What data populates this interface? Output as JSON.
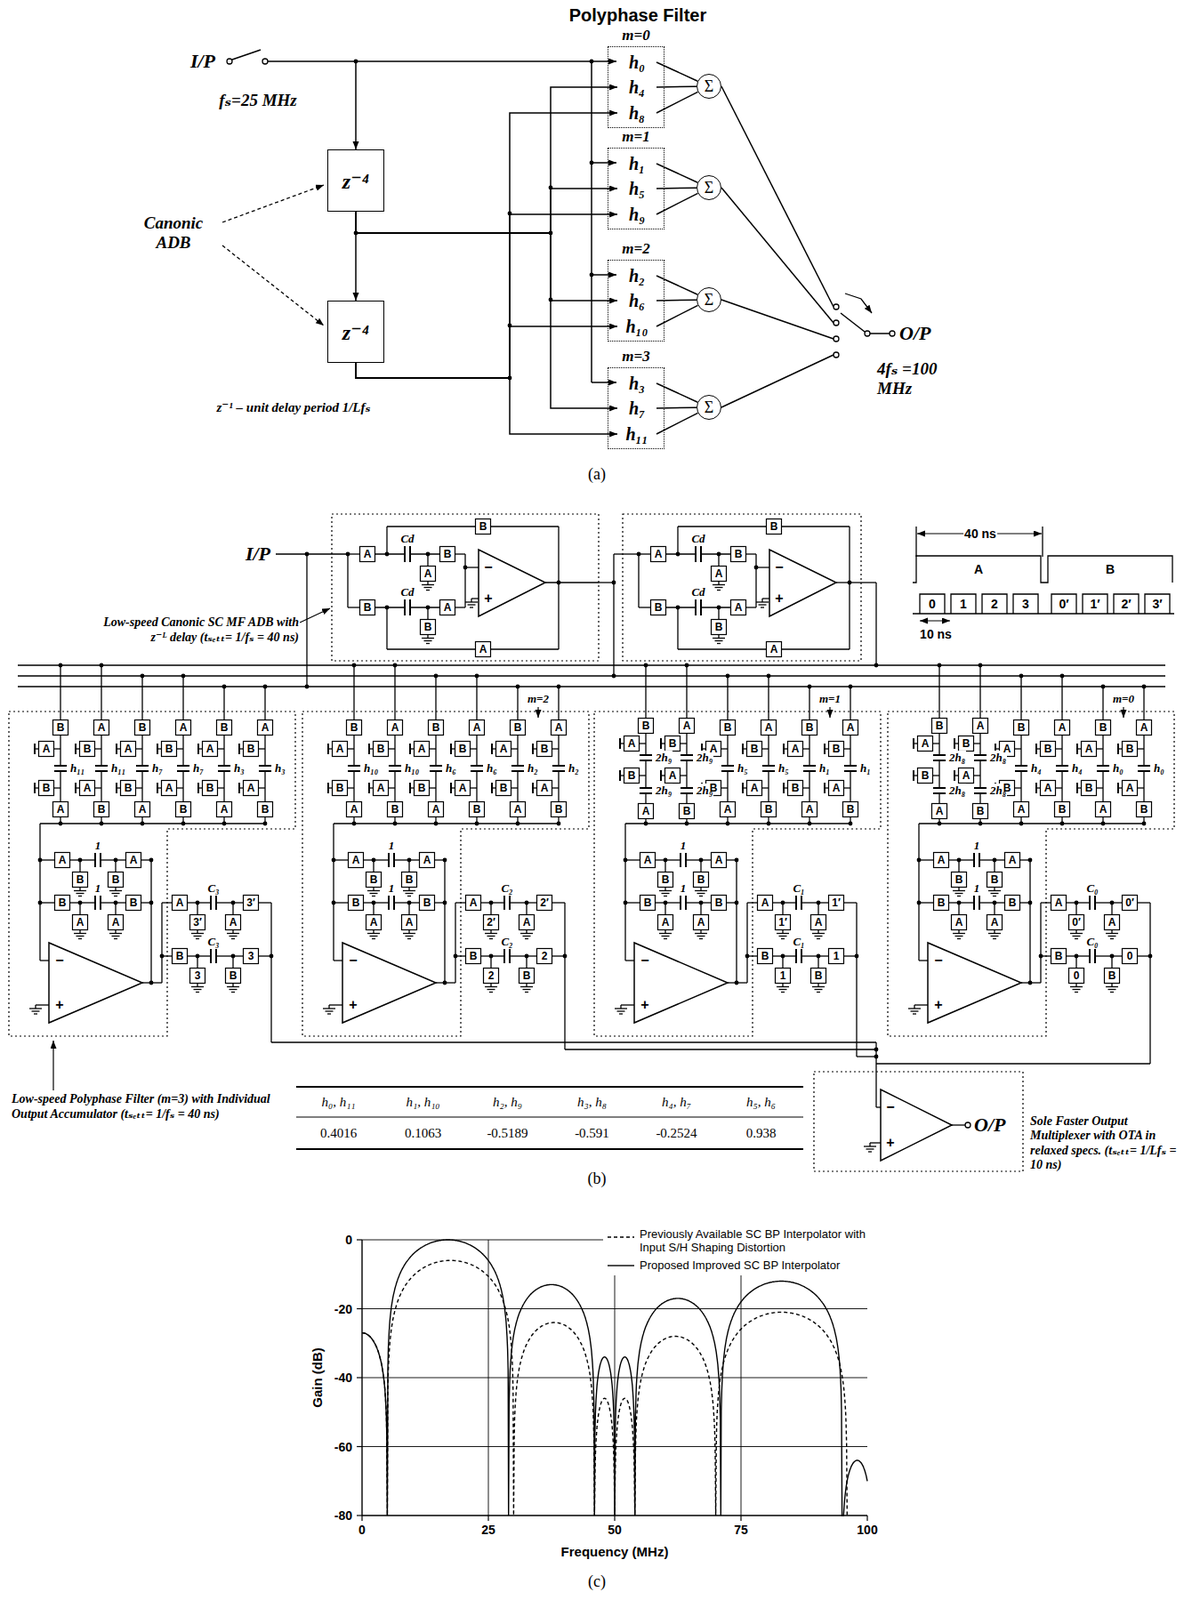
{
  "diagram": {
    "nodes": [
      {
        "text": [
          "z⁻⁴"
        ]
      },
      {
        "text": [
          "z⁻⁴"
        ]
      },
      {
        "text": [
          "m=0"
        ]
      },
      {
        "text": [
          "h₀"
        ],
        "in": 2
      },
      {
        "text": [
          "h₄"
        ],
        "in": 2
      },
      {
        "text": [
          "h₈"
        ],
        "in": 2
      },
      {
        "text": [
          "m=1"
        ]
      },
      {
        "text": [
          "h₁"
        ],
        "in": 6
      },
      {
        "text": [
          "h₅"
        ],
        "in": 6
      },
      {
        "text": [
          "h₉"
        ],
        "in": 6
      },
      {
        "text": [
          "m=2"
        ]
      },
      {
        "text": [
          "h₂"
        ],
        "in": 10
      },
      {
        "text": [
          "h₆"
        ],
        "in": 10
      },
      {
        "text": [
          "h₁₀"
        ],
        "in": 10
      },
      {
        "text": [
          "m=3"
        ]
      },
      {
        "text": [
          "h₃"
        ],
        "in": 14
      },
      {
        "text": [
          "h₇"
        ],
        "in": 14
      },
      {
        "text": [
          "h₁₁"
        ],
        "in": 14
      },
      {
        "text": [
          "Σ"
        ]
      },
      {
        "text": [
          "Σ"
        ]
      },
      {
        "text": [
          "Σ"
        ]
      },
      {
        "text": [
          "Σ"
        ]
      }
    ],
    "edges": [
      {
        "from": 0,
        "to": 1,
        "arrow": "to"
      },
      {
        "from": 0,
        "to": 4,
        "arrow": "to"
      },
      {
        "from": 0,
        "to": 8,
        "arrow": "to"
      },
      {
        "from": 0,
        "to": 12,
        "arrow": "to"
      },
      {
        "from": 0,
        "to": 16,
        "arrow": "to"
      },
      {
        "from": 1,
        "to": 5,
        "arrow": "to"
      },
      {
        "from": 1,
        "to": 9,
        "arrow": "to"
      },
      {
        "from": 1,
        "to": 13,
        "arrow": "to"
      },
      {
        "from": 1,
        "to": 17,
        "arrow": "to"
      },
      {
        "from": 3,
        "to": 18,
        "arrow": "none"
      },
      {
        "from": 4,
        "to": 18,
        "arrow": "none"
      },
      {
        "from": 5,
        "to": 18,
        "arrow": "none"
      },
      {
        "from": 7,
        "to": 19,
        "arrow": "none"
      },
      {
        "from": 8,
        "to": 19,
        "arrow": "none"
      },
      {
        "from": 9,
        "to": 19,
        "arrow": "none"
      },
      {
        "from": 11,
        "to": 20,
        "arrow": "none"
      },
      {
        "from": 12,
        "to": 20,
        "arrow": "none"
      },
      {
        "from": 13,
        "to": 20,
        "arrow": "none"
      },
      {
        "from": 15,
        "to": 21,
        "arrow": "none"
      },
      {
        "from": 16,
        "to": 21,
        "arrow": "none"
      },
      {
        "from": 17,
        "to": 21,
        "arrow": "none"
      }
    ],
    "labels": [
      "Polyphase Filter",
      "I/P",
      "fₛ=25 MHz",
      "Canonic ADB",
      "z⁻¹ – unit delay period 1/Lfₛ",
      "O/P",
      "4fₛ =100 MHz",
      "(a)",
      "I/P",
      "Low-speed Canonic SC MF ADB with z⁻ᴸ delay (tₛₑₜₜ= 1/fₛ = 40 ns)",
      "B",
      "A",
      "Cd",
      "B",
      "A",
      "B",
      "Cd",
      "A",
      "B",
      "A",
      "−",
      "+",
      "B",
      "A",
      "Cd",
      "B",
      "A",
      "B",
      "Cd",
      "A",
      "B",
      "A",
      "−",
      "+",
      "40 ns",
      "A",
      "B",
      "0",
      "1",
      "2",
      "3",
      "0′",
      "1′",
      "2′",
      "3′",
      "10 ns",
      "m=2",
      "m=1",
      "m=0",
      "B",
      "A",
      "h₁₁",
      "B",
      "A",
      "A",
      "B",
      "h₁₁",
      "A",
      "B",
      "B",
      "A",
      "h₇",
      "B",
      "A",
      "A",
      "B",
      "h₇",
      "A",
      "B",
      "B",
      "A",
      "h₃",
      "B",
      "A",
      "A",
      "B",
      "h₃",
      "A",
      "B",
      "A",
      "1",
      "A",
      "B",
      "B",
      "B",
      "1",
      "B",
      "A",
      "A",
      "−",
      "+",
      "A",
      "C₃",
      "3′",
      "3′",
      "A",
      "B",
      "C₃",
      "3",
      "3",
      "B",
      "B",
      "A",
      "h₁₀",
      "B",
      "A",
      "A",
      "B",
      "h₁₀",
      "A",
      "B",
      "B",
      "A",
      "h₆",
      "B",
      "A",
      "A",
      "B",
      "h₆",
      "A",
      "B",
      "B",
      "A",
      "h₂",
      "B",
      "A",
      "A",
      "B",
      "h₂",
      "A",
      "B",
      "A",
      "1",
      "A",
      "B",
      "B",
      "B",
      "1",
      "B",
      "A",
      "A",
      "−",
      "+",
      "A",
      "C₂",
      "2′",
      "2′",
      "A",
      "B",
      "C₂",
      "2",
      "2",
      "B",
      "B",
      "A",
      "2h₉",
      "B",
      "2h₉",
      "A",
      "A",
      "B",
      "2h₉",
      "A",
      "2h₉",
      "B",
      "B",
      "A",
      "h₅",
      "B",
      "A",
      "A",
      "B",
      "h₅",
      "A",
      "B",
      "B",
      "A",
      "h₁",
      "B",
      "A",
      "A",
      "B",
      "h₁",
      "A",
      "B",
      "A",
      "1",
      "A",
      "B",
      "B",
      "B",
      "1",
      "B",
      "A",
      "A",
      "−",
      "+",
      "A",
      "C₁",
      "1′",
      "1′",
      "A",
      "B",
      "C₁",
      "1",
      "1",
      "B",
      "B",
      "A",
      "2h₈",
      "B",
      "2h₈",
      "A",
      "A",
      "B",
      "2h₈",
      "A",
      "2h₈",
      "B",
      "B",
      "A",
      "h₄",
      "B",
      "A",
      "A",
      "B",
      "h₄",
      "A",
      "B",
      "B",
      "A",
      "h₀",
      "B",
      "A",
      "A",
      "B",
      "h₀",
      "A",
      "B",
      "A",
      "1",
      "A",
      "B",
      "B",
      "B",
      "1",
      "B",
      "A",
      "A",
      "−",
      "+",
      "A",
      "C₀",
      "0′",
      "0′",
      "A",
      "B",
      "C₀",
      "0",
      "0",
      "B",
      "−",
      "+",
      "O/P",
      "Sole Faster Output Multiplexer with OTA in relaxed specs. (tₛₑₜₜ= 1/Lfₛ = 10 ns)",
      "Low-speed Polyphase Filter (m=3) with Individual Output Accumulator (tₛₑₜₜ= 1/fₛ = 40 ns)",
      "h₀, h₁₁",
      "h₁, h₁₀",
      "h₂, h₉",
      "h₃, h₈",
      "h₄, h₇",
      "h₅, h₆",
      "0.4016",
      "0.1063",
      "-0.5189",
      "-0.591",
      "-0.2524",
      "0.938",
      "(b)",
      "0",
      "-20",
      "-40",
      "-60",
      "-80",
      "0",
      "25",
      "50",
      "75",
      "100",
      "Gain (dB)",
      "Frequency (MHz)",
      "(c)"
    ],
    "legend": [
      {
        "text": "Previously Available SC BP Interpolator with Input S/H Shaping Distortion"
      },
      {
        "text": "Proposed Improved SC BP Interpolator"
      }
    ]
  }
}
